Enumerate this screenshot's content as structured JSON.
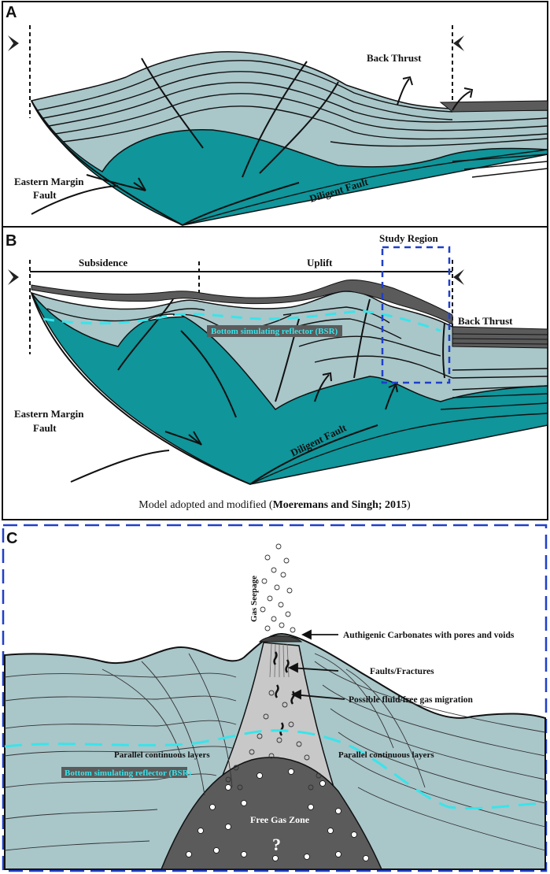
{
  "panels": {
    "a": {
      "letter": "A",
      "back_thrust": "Back Thrust",
      "eastern_margin_fault_1": "Eastern Margin",
      "eastern_margin_fault_2": "Fault",
      "diligent_fault": "Diligent Fault"
    },
    "b": {
      "letter": "B",
      "subsidence": "Subsidence",
      "uplift": "Uplift",
      "study_region": "Study Region",
      "back_thrust": "Back Thrust",
      "bsr": "Bottom simulating reflector (BSR)",
      "eastern_margin_fault_1": "Eastern Margin",
      "eastern_margin_fault_2": "Fault",
      "diligent_fault": "Diligent Fault",
      "credit_prefix": "Model adopted and modified (",
      "credit_bold": "Moeremans and Singh; 2015",
      "credit_suffix": ")"
    },
    "c": {
      "letter": "C",
      "gas_seepage": "Gas Seepage",
      "authigenic": "Authigenic Carbonates with pores and voids",
      "faults": "Faults/Fractures",
      "migration": "Possible fluid/free gas migration",
      "parallel_left": "Parallel continuous layers",
      "parallel_right": "Parallel continuous layers",
      "bsr": "Bottom simulating reflector (BSR)",
      "free_gas": "Free Gas Zone",
      "question": "?"
    }
  },
  "colors": {
    "sediment": "#a9c6c9",
    "teal": "#0f959a",
    "dark": "#5b5b5b",
    "bsr": "#39e4ea",
    "frame_c": "#1f3fc9"
  }
}
